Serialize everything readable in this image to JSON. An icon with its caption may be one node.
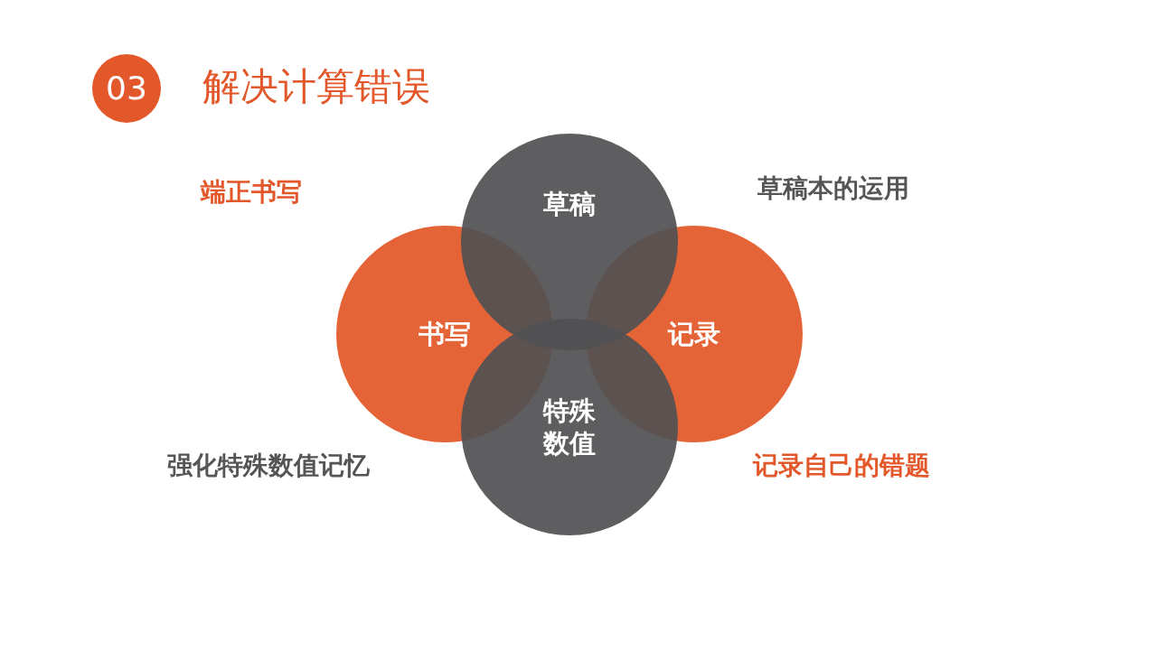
{
  "diagram": {
    "title": "解决计算错误",
    "nodes": [
      {
        "text": [
          "03"
        ]
      },
      {
        "text": [
          "书写"
        ]
      },
      {
        "text": [
          "草稿"
        ]
      },
      {
        "text": [
          "记录"
        ]
      },
      {
        "text": [
          "特殊数值"
        ]
      }
    ],
    "labels": [
      "端正书写",
      "草稿本的运用",
      "强化特殊数值记忆",
      "记录自己的错题"
    ]
  }
}
